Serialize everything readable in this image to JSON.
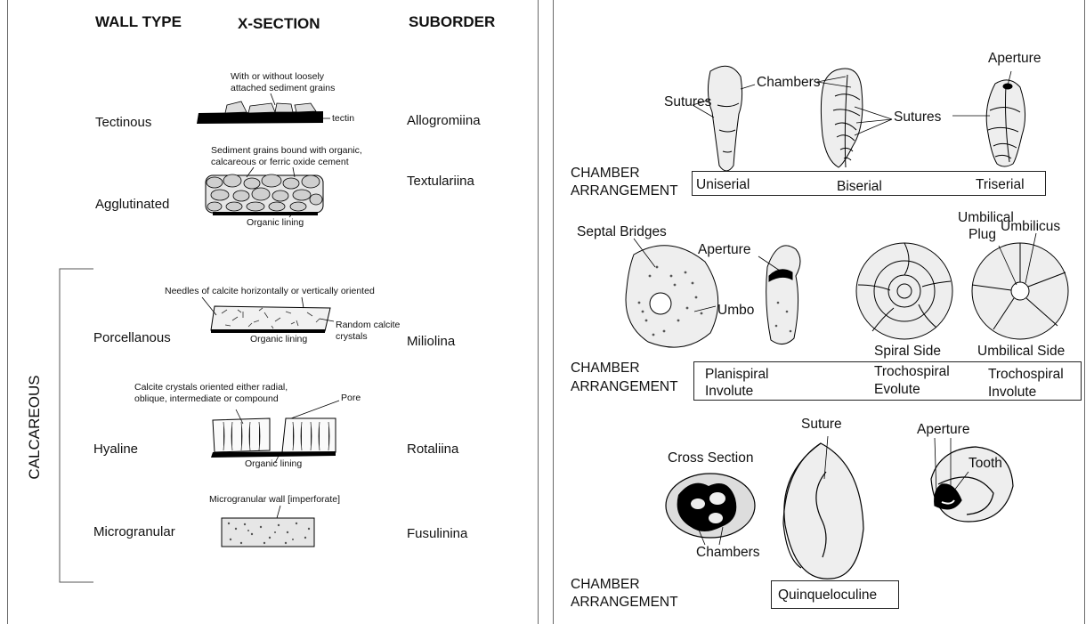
{
  "left": {
    "headers": {
      "wall_type": "WALL TYPE",
      "x_section": "X-SECTION",
      "suborder": "SUBORDER"
    },
    "rows": [
      {
        "wall": "Tectinous",
        "suborder": "Allogromiina"
      },
      {
        "wall": "Agglutinated",
        "suborder": "Textulariina"
      },
      {
        "wall": "Porcellanous",
        "suborder": "Miliolina"
      },
      {
        "wall": "Hyaline",
        "suborder": "Rotaliina"
      },
      {
        "wall": "Microgranular",
        "suborder": "Fusulinina"
      }
    ],
    "group_label": "CALCAREOUS",
    "notes": {
      "tect_1": "With or without loosely",
      "tect_2": "attached sediment grains",
      "tectin": "tectin",
      "agg_1": "Sediment grains bound with organic,",
      "agg_2": "calcareous or ferric oxide cement",
      "organic_lining": "Organic lining",
      "needles": "Needles of calcite horizontally or vertically oriented",
      "random_1": "Random calcite",
      "random_2": "crystals",
      "hyal_1": "Calcite crystals oriented either radial,",
      "hyal_2": "oblique, intermediate or compound",
      "pore": "Pore",
      "micro": "Microgranular wall [imperforate]"
    }
  },
  "right": {
    "row1": {
      "sutures_left": "Sutures",
      "chambers": "Chambers",
      "sutures_mid": "Sutures",
      "aperture": "Aperture",
      "caption_1": "CHAMBER",
      "caption_2": "ARRANGEMENT",
      "types": [
        "Uniserial",
        "Biserial",
        "Triserial"
      ]
    },
    "row2": {
      "septal_bridges": "Septal Bridges",
      "aperture": "Aperture",
      "umbo": "Umbo",
      "umbilical_plug_1": "Umbilical",
      "umbilical_plug_2": "Plug",
      "umbilicus": "Umbilicus",
      "spiral_side": "Spiral Side",
      "umbilical_side": "Umbilical Side",
      "caption_1": "CHAMBER",
      "caption_2": "ARRANGEMENT",
      "types": [
        {
          "l1": "Planispiral",
          "l2": "Involute"
        },
        {
          "l1": "Trochospiral",
          "l2": "Evolute"
        },
        {
          "l1": "Trochospiral",
          "l2": "Involute"
        }
      ]
    },
    "row3": {
      "suture": "Suture",
      "aperture": "Aperture",
      "cross_section": "Cross Section",
      "tooth": "Tooth",
      "chambers": "Chambers",
      "caption_1": "CHAMBER",
      "caption_2": "ARRANGEMENT",
      "type": "Quinqueloculine"
    }
  }
}
